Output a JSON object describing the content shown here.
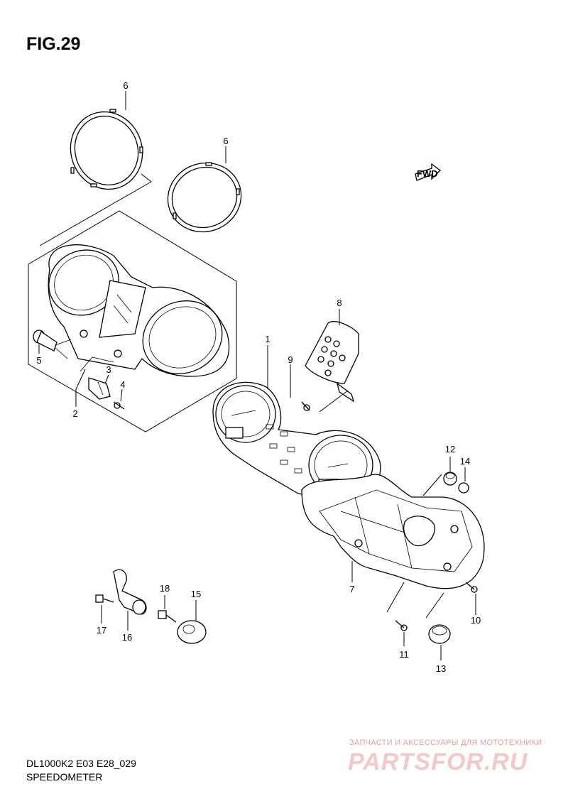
{
  "figure": {
    "title": "FIG.29"
  },
  "fwd_label": "FWD",
  "callouts": [
    {
      "id": "c6a",
      "label": "6"
    },
    {
      "id": "c6b",
      "label": "6"
    },
    {
      "id": "c1",
      "label": "1"
    },
    {
      "id": "c2",
      "label": "2"
    },
    {
      "id": "c3",
      "label": "3"
    },
    {
      "id": "c4",
      "label": "4"
    },
    {
      "id": "c5",
      "label": "5"
    },
    {
      "id": "c7",
      "label": "7"
    },
    {
      "id": "c8",
      "label": "8"
    },
    {
      "id": "c9",
      "label": "9"
    },
    {
      "id": "c10",
      "label": "10"
    },
    {
      "id": "c11",
      "label": "11"
    },
    {
      "id": "c12",
      "label": "12"
    },
    {
      "id": "c13",
      "label": "13"
    },
    {
      "id": "c14",
      "label": "14"
    },
    {
      "id": "c15",
      "label": "15"
    },
    {
      "id": "c16",
      "label": "16"
    },
    {
      "id": "c17",
      "label": "17"
    },
    {
      "id": "c18",
      "label": "18"
    }
  ],
  "footer": {
    "model_code": "DL1000K2 E03 E28_029",
    "section_name": "SPEEDOMETER"
  },
  "watermark": {
    "tagline": "ЗАПЧАСТИ И АКСЕССУАРЫ ДЛЯ МОТОТЕХНИКИ",
    "site": "PARTSFOR.RU"
  }
}
